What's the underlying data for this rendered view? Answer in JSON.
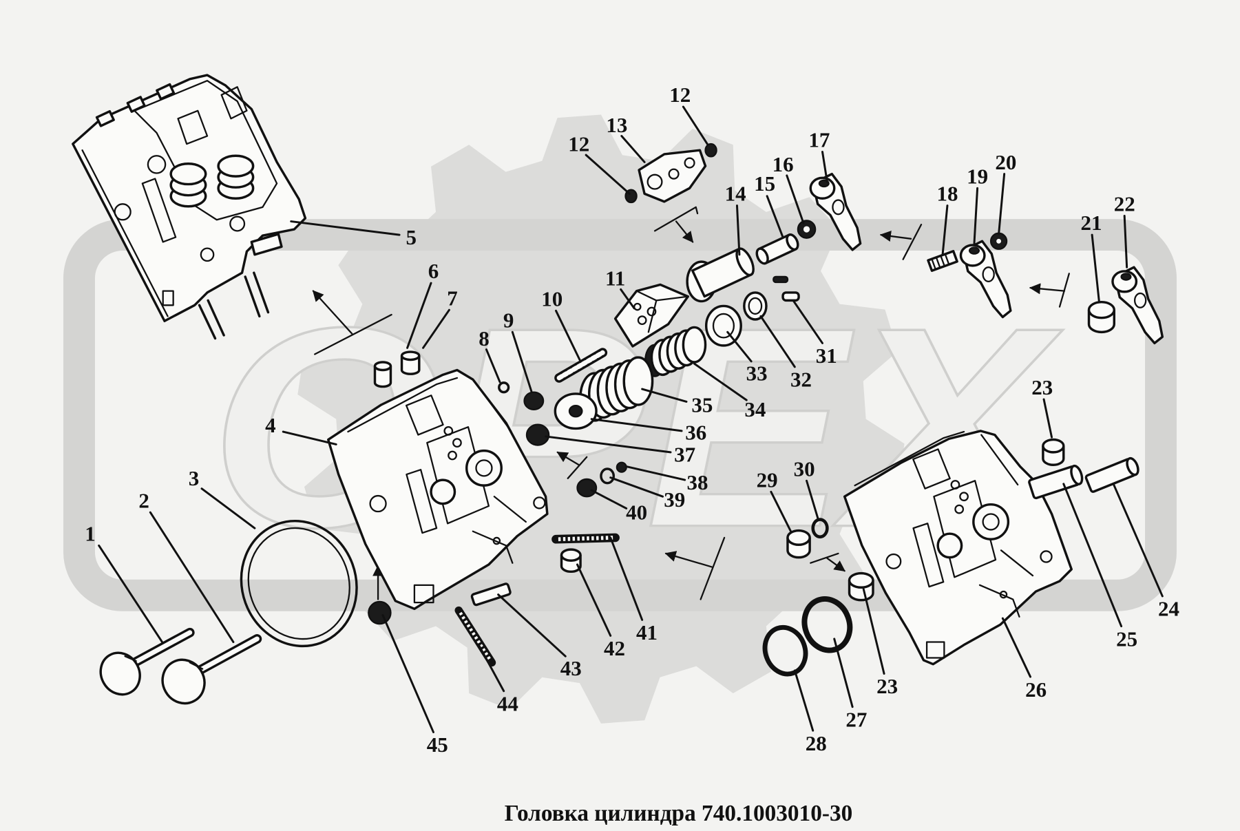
{
  "title": "Головка цилиндра 740.1003010-30",
  "watermark": "OPEX",
  "callouts": [
    "1",
    "2",
    "3",
    "4",
    "5",
    "6",
    "7",
    "8",
    "9",
    "10",
    "11",
    "12",
    "13",
    "14",
    "15",
    "16",
    "17",
    "18",
    "19",
    "20",
    "21",
    "22",
    "23",
    "24",
    "25",
    "26",
    "27",
    "28",
    "29",
    "30",
    "31",
    "32",
    "33",
    "34",
    "35",
    "36",
    "37",
    "38",
    "39",
    "40",
    "41",
    "42",
    "43",
    "44",
    "45",
    "12",
    "23"
  ],
  "colors": {
    "background": "#f3f3f1",
    "line": "#111111",
    "watermark": "#d9d9d7"
  }
}
